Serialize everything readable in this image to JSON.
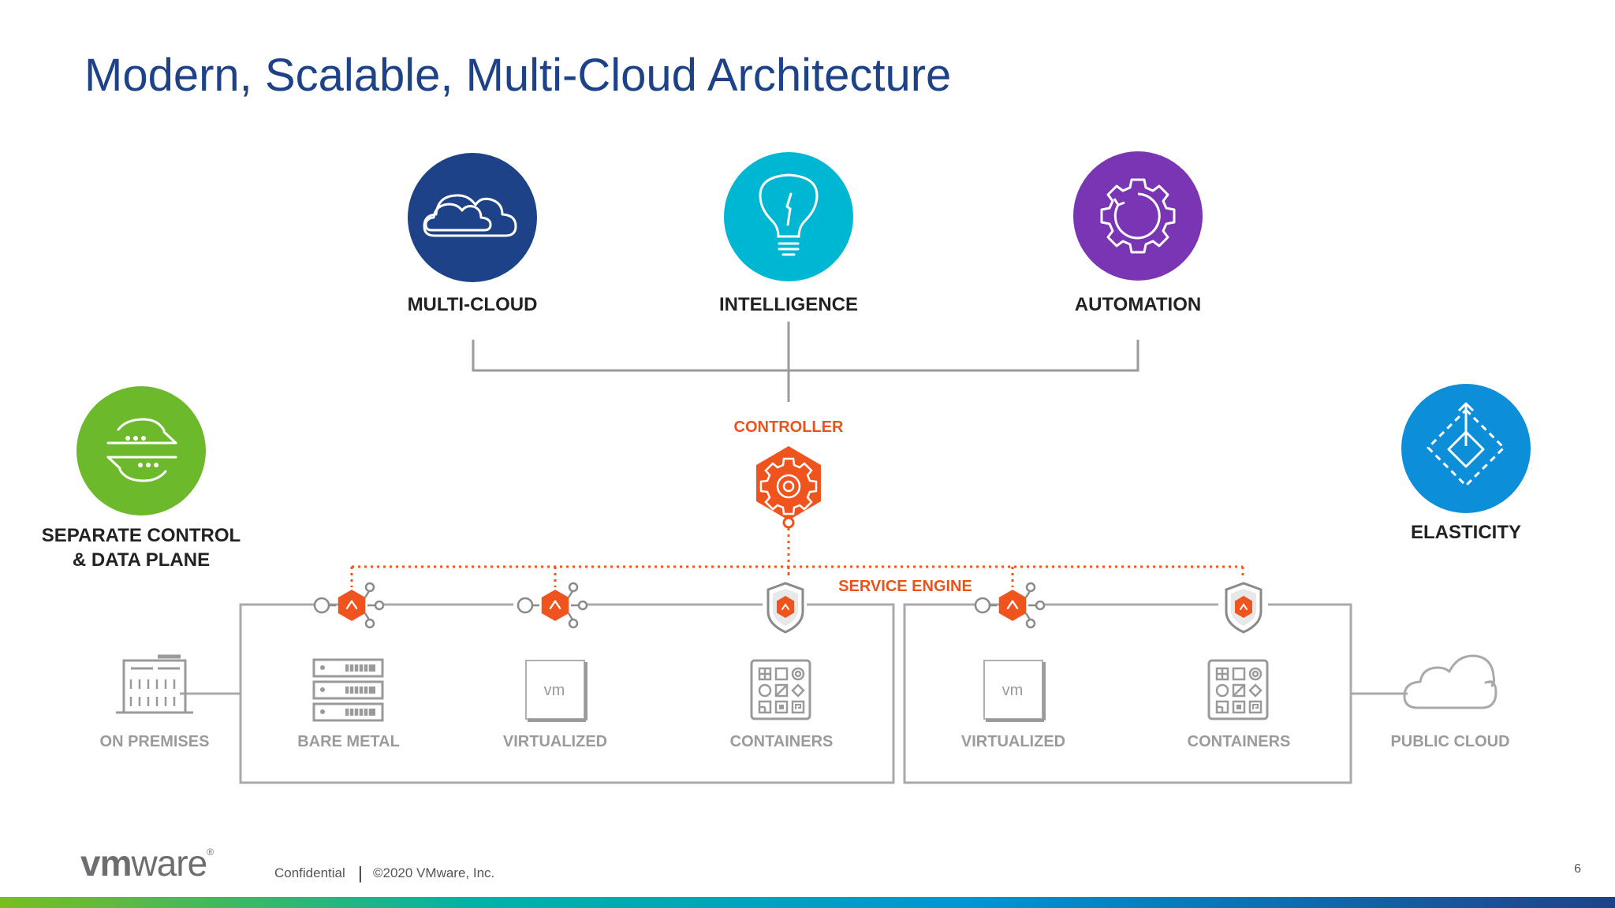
{
  "slide": {
    "title": "Modern, Scalable, Multi-Cloud Architecture"
  },
  "pillars": [
    {
      "label": "MULTI-CLOUD",
      "icon": "cloud-icon",
      "color": "#1d4287"
    },
    {
      "label": "INTELLIGENCE",
      "icon": "lightbulb-icon",
      "color": "#00b7d3"
    },
    {
      "label": "AUTOMATION",
      "icon": "gear-icon",
      "color": "#7a35b5"
    }
  ],
  "side_features": {
    "left": {
      "line1": "SEPARATE CONTROL",
      "line2": "& DATA PLANE",
      "icon": "arrows-exchange-icon",
      "color": "#6cb92c"
    },
    "right": {
      "label": "ELASTICITY",
      "icon": "expand-diamond-icon",
      "color": "#0d8ed9"
    }
  },
  "controller": {
    "label": "CONTROLLER",
    "color": "#e8541b"
  },
  "service_engine": {
    "label": "SERVICE ENGINE"
  },
  "environments": {
    "on_premises": "ON PREMISES",
    "bare_metal": "BARE METAL",
    "virtualized_1": "VIRTUALIZED",
    "containers_1": "CONTAINERS",
    "virtualized_2": "VIRTUALIZED",
    "containers_2": "CONTAINERS",
    "public_cloud": "PUBLIC CLOUD",
    "vm_text": "vm"
  },
  "footer": {
    "logo_bold": "vm",
    "logo_rest": "ware",
    "logo_mark": "®",
    "confidential": "Confidential",
    "separator": "|",
    "copyright": "©2020 VMware, Inc.",
    "page_number": "6"
  }
}
